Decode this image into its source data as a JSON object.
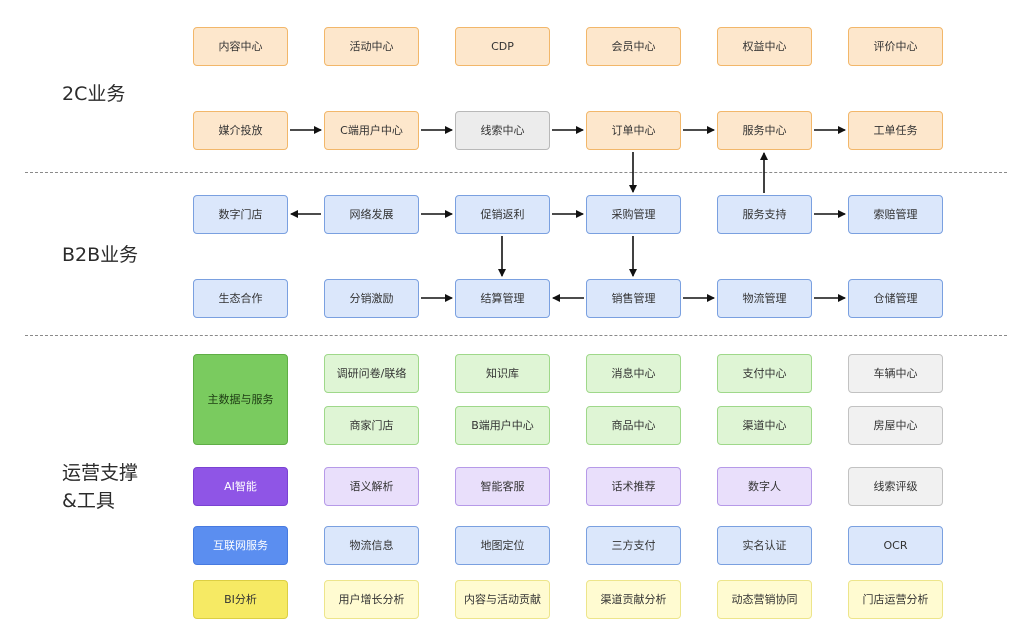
{
  "sections": {
    "c2": "2C业务",
    "b2b": "B2B业务",
    "ops": "运营支撑\n&工具"
  },
  "c2": {
    "row1": [
      "内容中心",
      "活动中心",
      "CDP",
      "会员中心",
      "权益中心",
      "评价中心"
    ],
    "row2": [
      "媒介投放",
      "C端用户中心",
      "线索中心",
      "订单中心",
      "服务中心",
      "工单任务"
    ]
  },
  "b2b": {
    "row1": [
      "数字门店",
      "网络发展",
      "促销返利",
      "采购管理",
      "服务支持",
      "索赔管理"
    ],
    "row2": [
      "生态合作",
      "分销激励",
      "结算管理",
      "销售管理",
      "物流管理",
      "仓储管理"
    ]
  },
  "ops": {
    "master": {
      "label": "主数据与服务",
      "row1": [
        "调研问卷/联络",
        "知识库",
        "消息中心",
        "支付中心",
        "车辆中心"
      ],
      "row2": [
        "商家门店",
        "B端用户中心",
        "商品中心",
        "渠道中心",
        "房屋中心"
      ]
    },
    "ai": {
      "label": "AI智能",
      "items": [
        "语义解析",
        "智能客服",
        "话术推荐",
        "数字人",
        "线索评级"
      ]
    },
    "internet": {
      "label": "互联网服务",
      "items": [
        "物流信息",
        "地图定位",
        "三方支付",
        "实名认证",
        "OCR"
      ]
    },
    "bi": {
      "label": "BI分析",
      "items": [
        "用户增长分析",
        "内容与活动贡献",
        "渠道贡献分析",
        "动态营销协同",
        "门店运营分析"
      ]
    }
  }
}
